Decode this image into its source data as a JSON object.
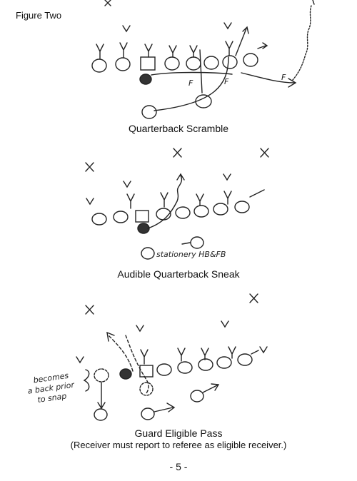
{
  "figure_title": "Figure Two",
  "diagrams": [
    {
      "caption": "Quarterback Scramble",
      "labels": {
        "f1": "F",
        "f2": "F",
        "f3": "F"
      }
    },
    {
      "caption": "Audible Quarterback Sneak",
      "note": "stationery HB&FB"
    },
    {
      "caption": "Guard Eligible Pass",
      "subcaption": "(Receiver must report to referee as eligible receiver.)",
      "note": [
        "becomes",
        "a back prior",
        "to snap"
      ]
    }
  ],
  "page_number": "- 5 -"
}
